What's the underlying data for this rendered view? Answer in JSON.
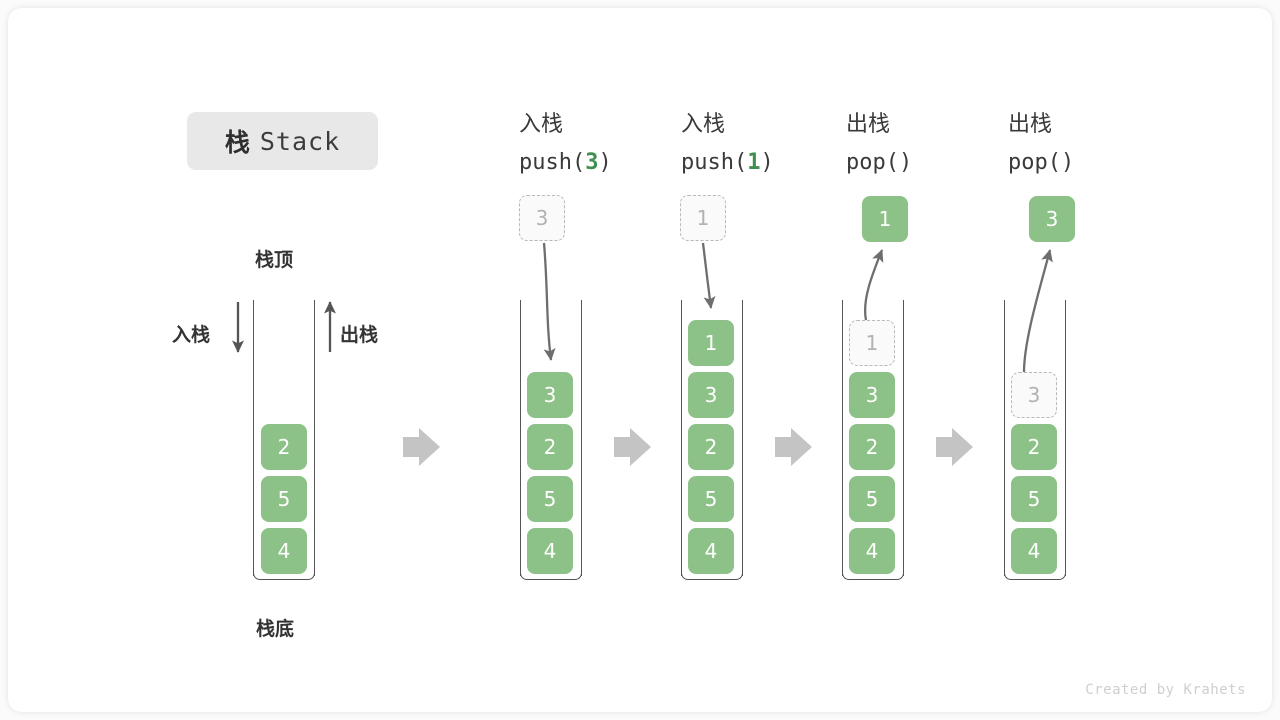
{
  "title": {
    "cn": "栈",
    "en": "Stack"
  },
  "labels": {
    "top": "栈顶",
    "bottom": "栈底",
    "push": "入栈",
    "pop": "出栈"
  },
  "colors": {
    "box_fill": "#8cc287",
    "box_text": "#ffffff",
    "ghost_fill": "#fafafa",
    "ghost_border": "#b8b8b8",
    "ghost_text": "#b2b2b2",
    "accent_green": "#3f8f4f",
    "wall": "#555555",
    "arrow": "#6e6e6e",
    "step_arrow": "#c4c4c4",
    "badge_bg": "#e8e8e8",
    "card_bg": "#ffffff",
    "page_bg": "#fbfbfb"
  },
  "columns": [
    {
      "id": "initial",
      "head_cn": "",
      "head_code": "",
      "incoming": null,
      "outgoing": null,
      "stack": [
        "2",
        "5",
        "4"
      ]
    },
    {
      "id": "push-3",
      "head_cn": "入栈",
      "head_code": "push(",
      "head_code_num": "3",
      "head_code_tail": ")",
      "incoming": "3",
      "outgoing": null,
      "stack": [
        "3",
        "2",
        "5",
        "4"
      ]
    },
    {
      "id": "push-1",
      "head_cn": "入栈",
      "head_code": "push(",
      "head_code_num": "1",
      "head_code_tail": ")",
      "incoming": "1",
      "outgoing": null,
      "stack": [
        "1",
        "3",
        "2",
        "5",
        "4"
      ]
    },
    {
      "id": "pop-1",
      "head_cn": "出栈",
      "head_code": "pop(",
      "head_code_num": "",
      "head_code_tail": ")",
      "incoming": null,
      "outgoing": "1",
      "ghost_top": "1",
      "stack": [
        "3",
        "2",
        "5",
        "4"
      ]
    },
    {
      "id": "pop-3",
      "head_cn": "出栈",
      "head_code": "pop(",
      "head_code_num": "",
      "head_code_tail": ")",
      "incoming": null,
      "outgoing": "3",
      "ghost_top": "3",
      "stack": [
        "2",
        "5",
        "4"
      ]
    }
  ],
  "footer": "Created by Krahets"
}
